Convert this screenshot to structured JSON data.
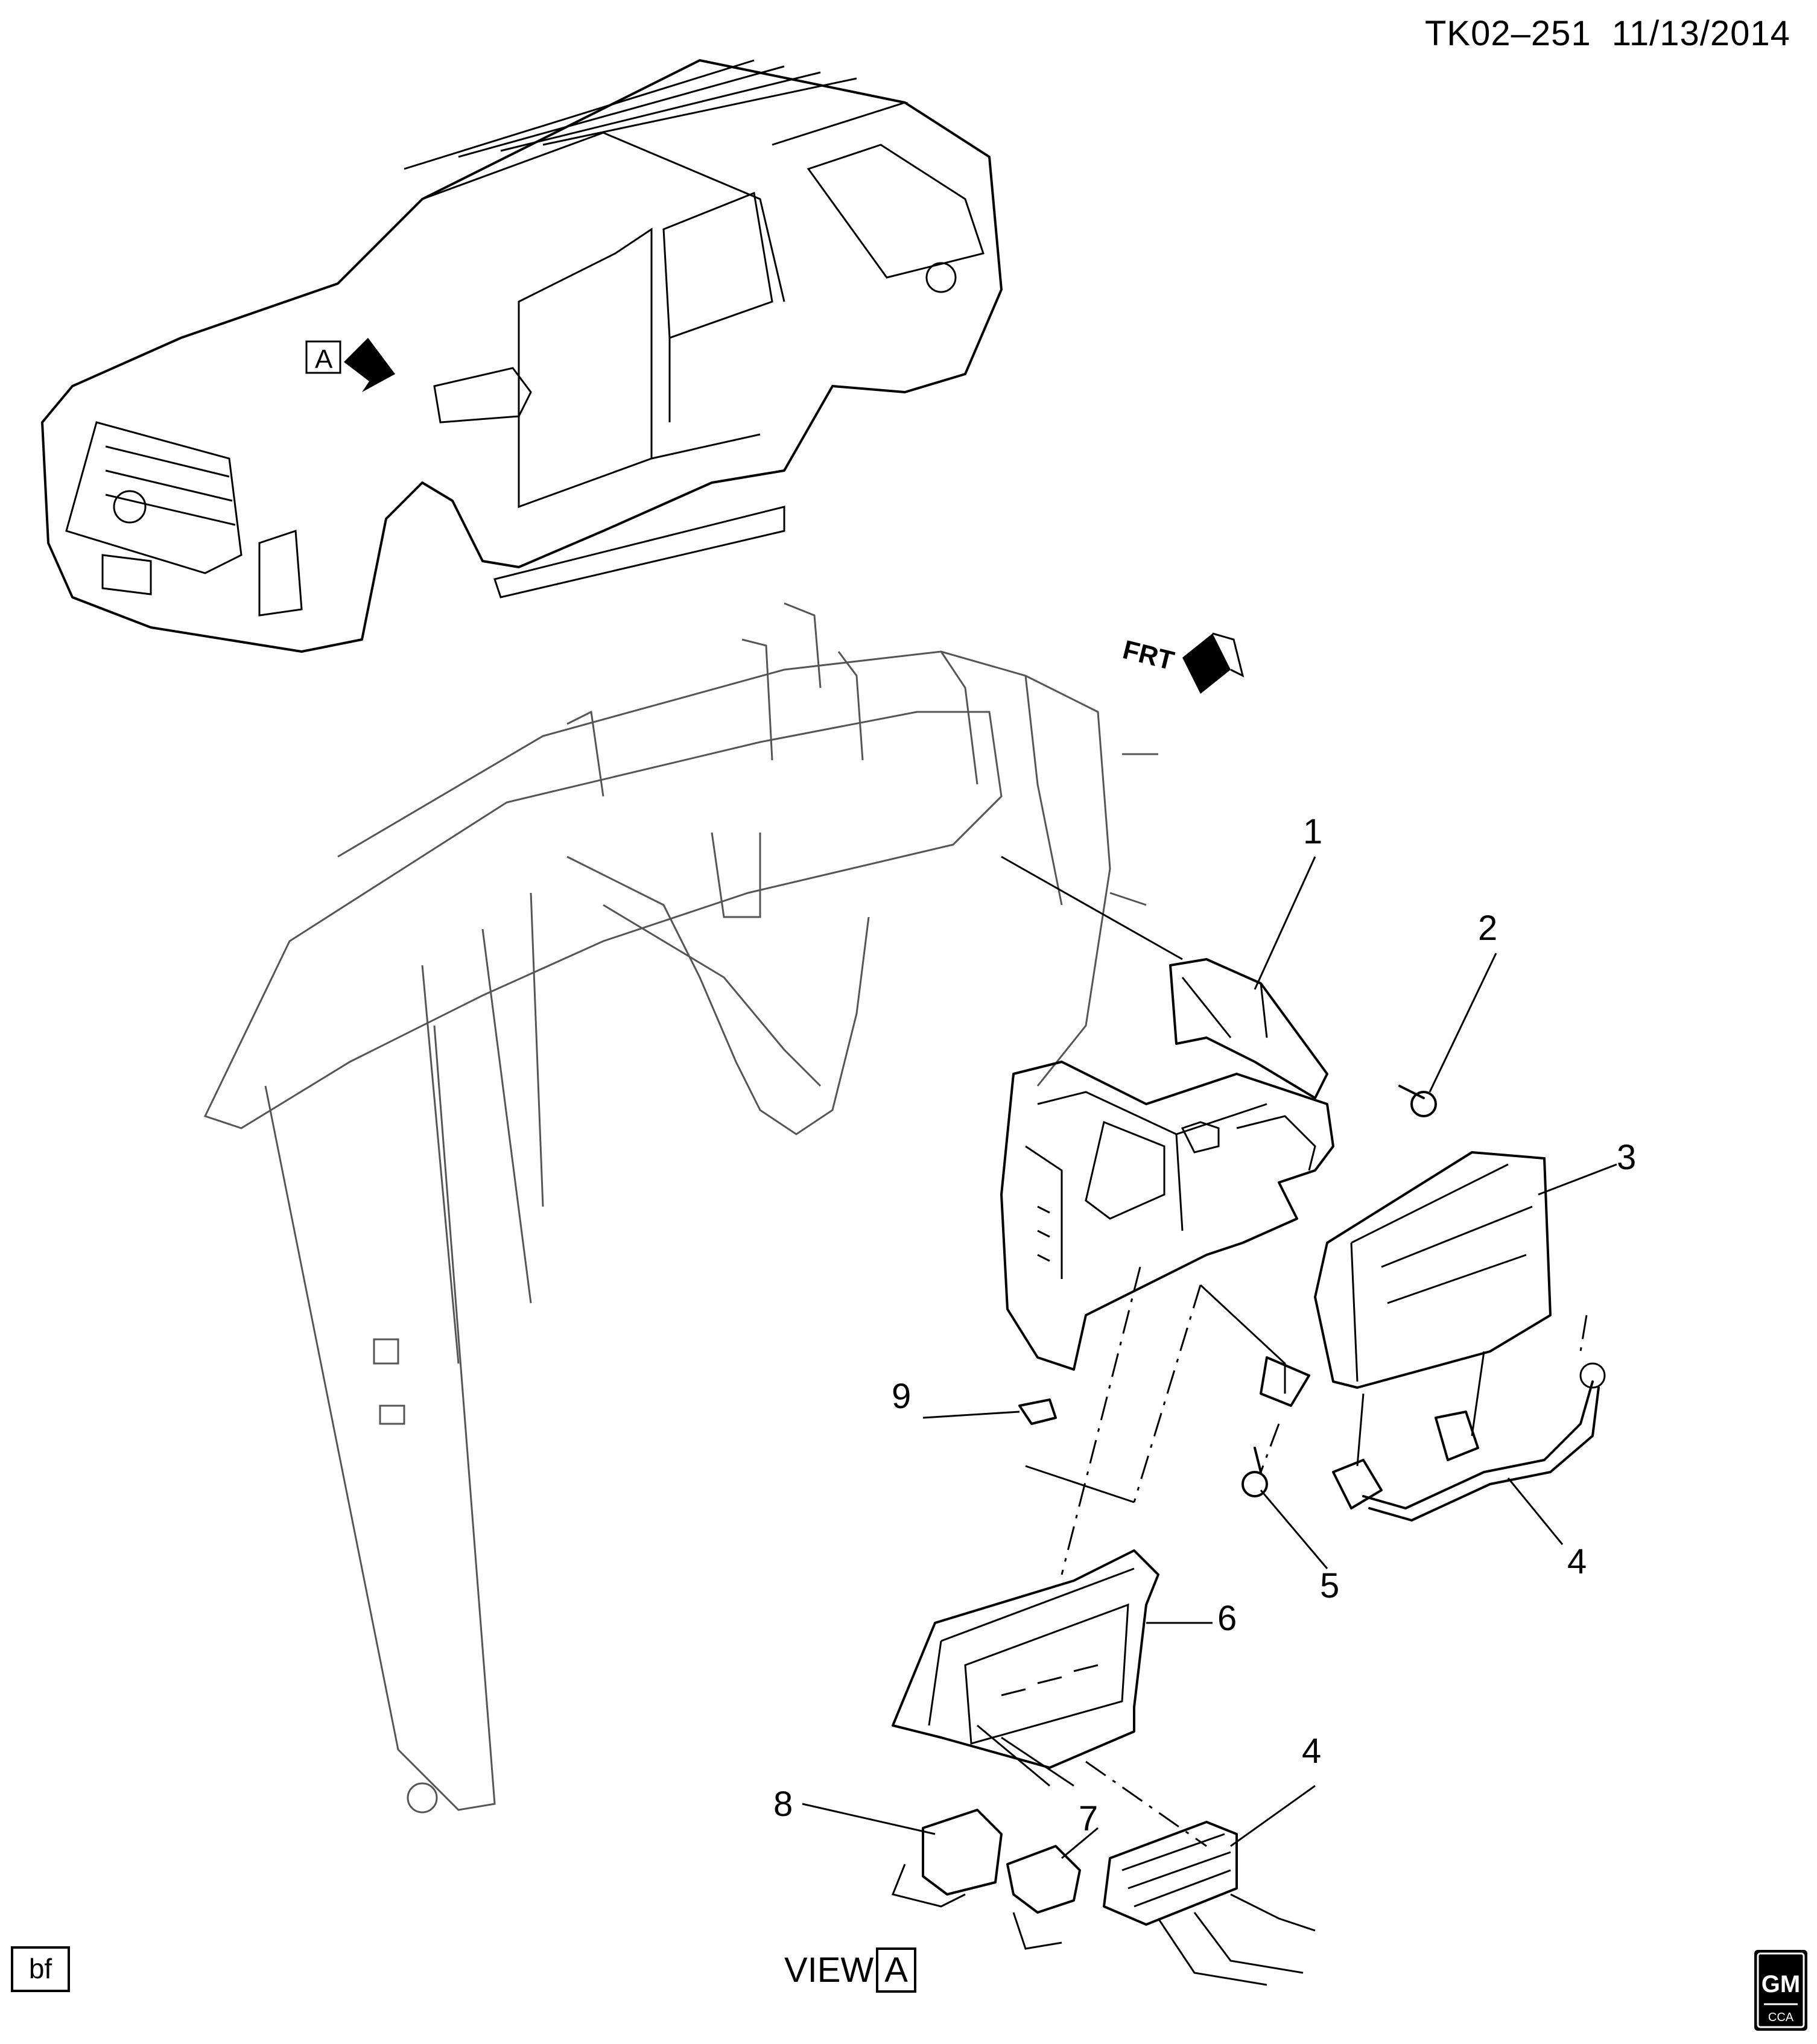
{
  "header": {
    "diagram_id": "TK02–251",
    "date": "11/13/2014"
  },
  "view": {
    "prefix": "VIEW",
    "letter": "A"
  },
  "vehicle": {
    "view_marker": "A"
  },
  "frt_marker": "FRT",
  "callouts": [
    "1",
    "2",
    "3",
    "4",
    "5",
    "6",
    "7",
    "8",
    "9",
    "4"
  ],
  "footer": {
    "author_initials": "bf",
    "logo_text": "GM",
    "logo_subtext": "CCA"
  }
}
